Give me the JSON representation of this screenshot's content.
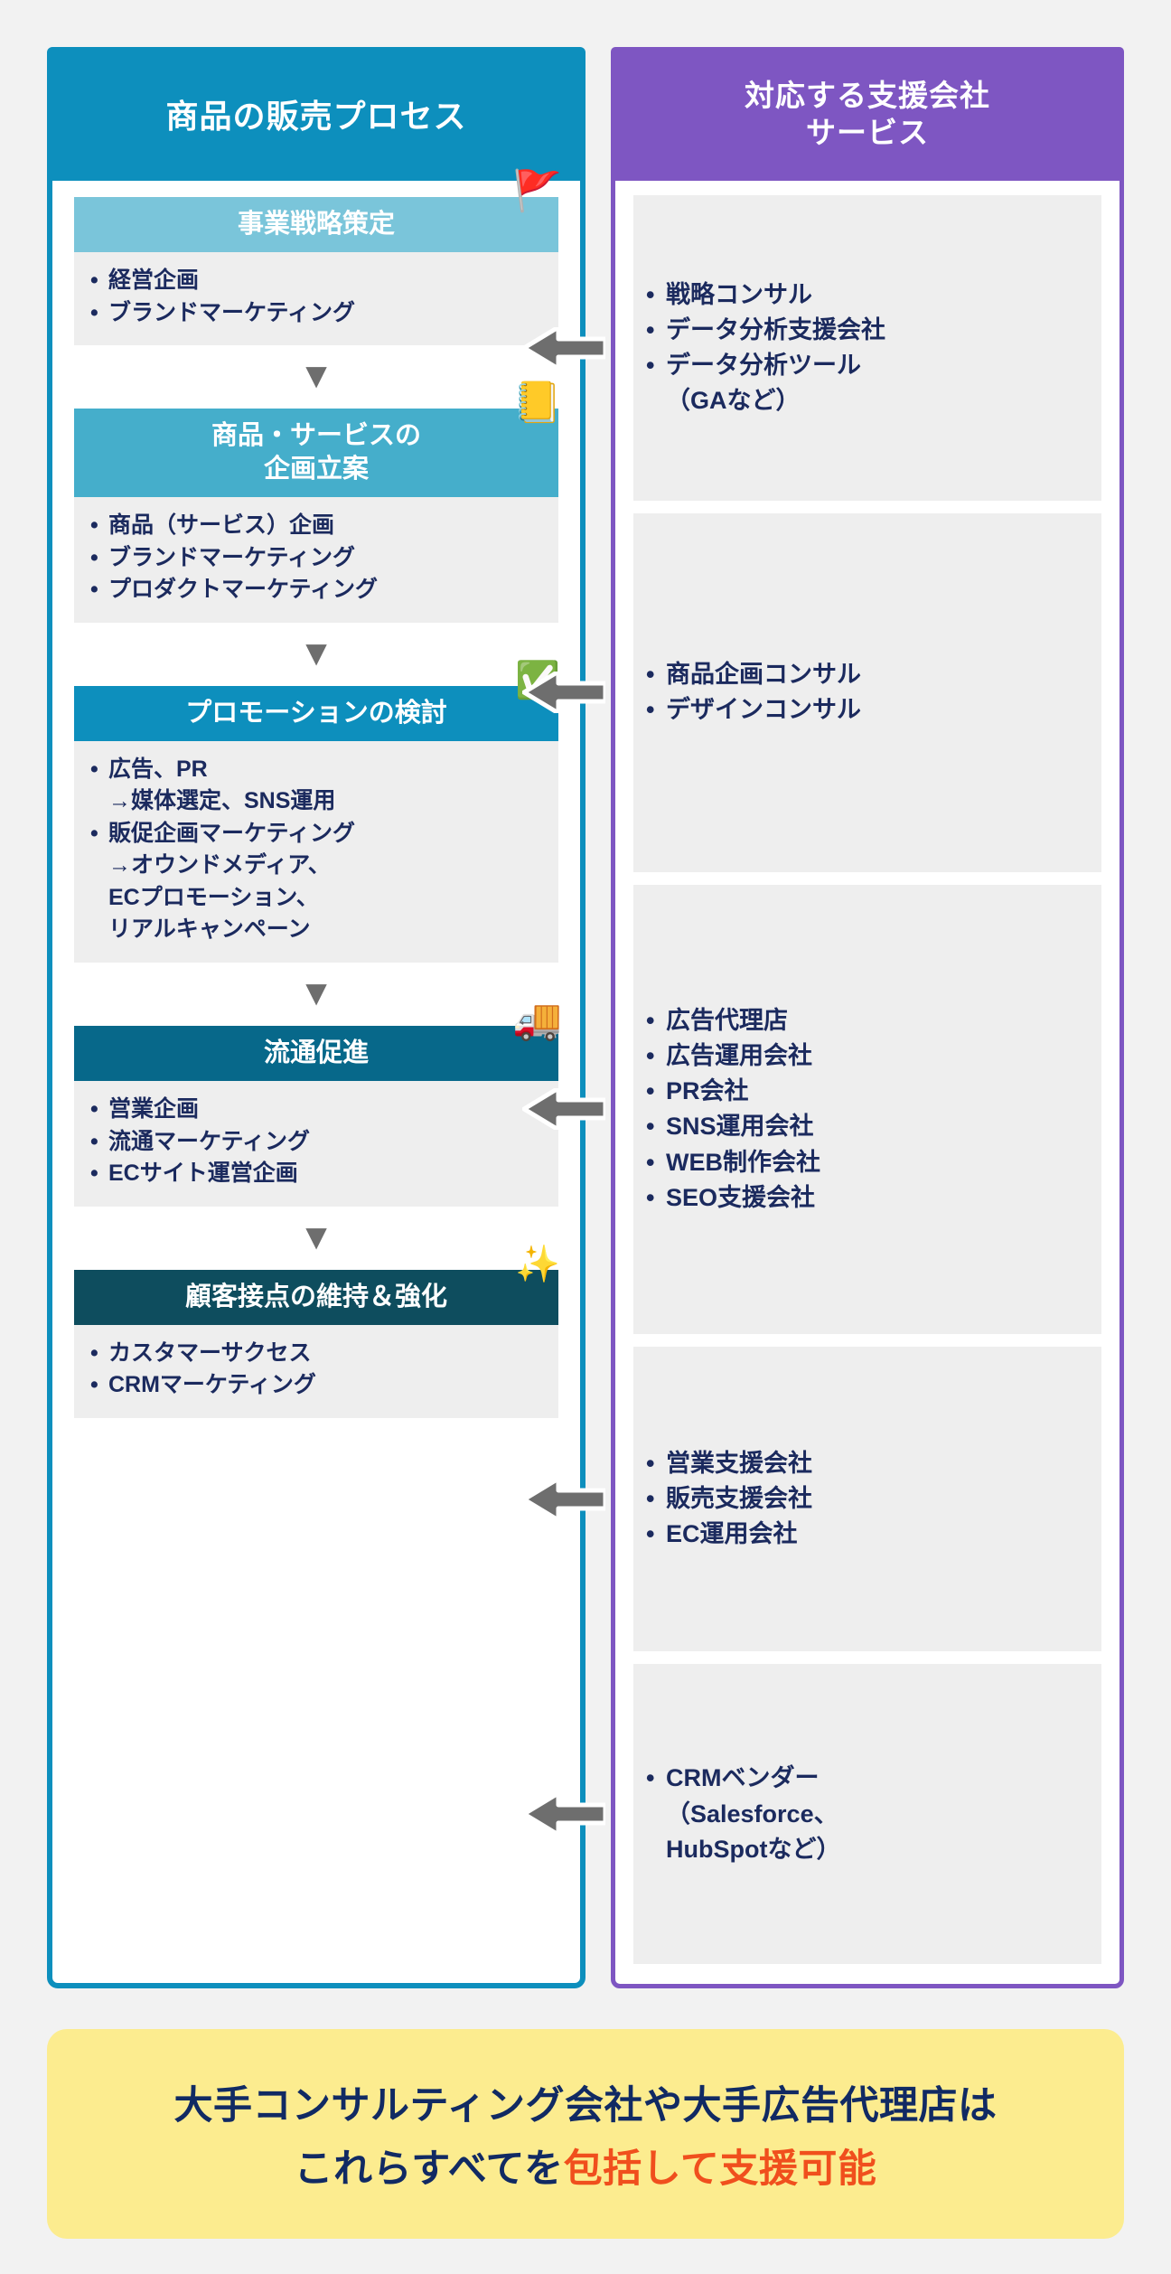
{
  "columns": {
    "left_header": "商品の販売プロセス",
    "right_header_line1": "対応する支援会社",
    "right_header_line2": "サービス"
  },
  "process_steps": [
    {
      "title": "事業戦略策定",
      "icon": "triangular-flag-icon",
      "icon_glyph": "🚩",
      "header_color": "#7ac5da",
      "items": [
        "経営企画",
        "ブランドマーケティング"
      ]
    },
    {
      "title": "商品・サービスの\n企画立案",
      "icon": "notebook-icon",
      "icon_glyph": "📒",
      "header_color": "#45aecb",
      "items": [
        "商品（サービス）企画",
        "ブランドマーケティング",
        "プロダクトマーケティング"
      ]
    },
    {
      "title": "プロモーションの検討",
      "icon": "check-mark-icon",
      "icon_glyph": "✅",
      "header_color": "#0d8fbd",
      "items": [
        "広告、PR\n→媒体選定、SNS運用",
        "販促企画マーケティング\n→オウンドメディア、\n   ECプロモーション、\n   リアルキャンペーン"
      ]
    },
    {
      "title": "流通促進",
      "icon": "delivery-truck-icon",
      "icon_glyph": "🚚",
      "header_color": "#07688a",
      "items": [
        "営業企画",
        "流通マーケティング",
        "ECサイト運営企画"
      ]
    },
    {
      "title": "顧客接点の維持＆強化",
      "icon": "sparkles-icon",
      "icon_glyph": "✨",
      "header_color": "#0e4d5e",
      "items": [
        "カスタマーサクセス",
        "CRMマーケティング"
      ]
    }
  ],
  "step_connector_glyph": "▼",
  "service_groups": [
    {
      "items": [
        "戦略コンサル",
        "データ分析支援会社",
        "データ分析ツール\n（GAなど）"
      ]
    },
    {
      "items": [
        "商品企画コンサル",
        "デザインコンサル"
      ]
    },
    {
      "items": [
        "広告代理店",
        "広告運用会社",
        "PR会社",
        "SNS運用会社",
        "WEB制作会社",
        "SEO支援会社"
      ]
    },
    {
      "items": [
        "営業支援会社",
        "販売支援会社",
        "EC運用会社"
      ]
    },
    {
      "items": [
        "CRMベンダー\n（Salesforce、\n  HubSpotなど）"
      ]
    }
  ],
  "banner": {
    "line1": "大手コンサルティング会社や大手広告代理店は",
    "line2_plain": "これらすべてを",
    "line2_highlight": "包括して支援可能"
  },
  "colors": {
    "left_accent": "#0d8fbd",
    "right_accent": "#7e56c2",
    "text_navy": "#1b2a5e",
    "banner_bg": "#fcec8f",
    "banner_highlight": "#f04f1d",
    "arrow_gray": "#6e6e6e",
    "panel_bg": "#eeeeee",
    "page_bg": "#f2f2f2"
  }
}
